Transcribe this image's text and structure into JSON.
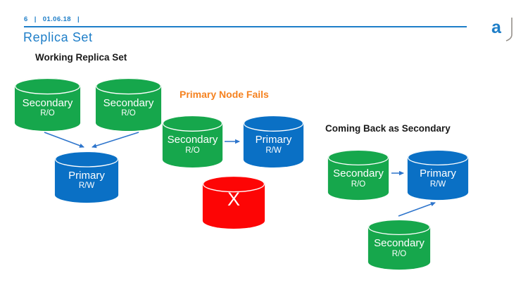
{
  "slide": {
    "page_number": "6",
    "date": "01.06.18",
    "separator": "|",
    "title": "Replica Set",
    "logo_letter": "a"
  },
  "colors": {
    "accent": "#1E7EC8",
    "green": "#16A74C",
    "blue": "#0A70C5",
    "red": "#FD0505",
    "orange": "#F58220",
    "heading": "#1A1A1A",
    "arrow": "#2E75CC",
    "logo-gray": "#96918B"
  },
  "diagrams": {
    "working": {
      "heading": "Working Replica Set",
      "secondary1": {
        "label": "Secondary",
        "mode": "R/O"
      },
      "secondary2": {
        "label": "Secondary",
        "mode": "R/O"
      },
      "primary": {
        "label": "Primary",
        "mode": "R/W"
      }
    },
    "failure": {
      "heading": "Primary Node Fails",
      "secondary": {
        "label": "Secondary",
        "mode": "R/O"
      },
      "primary": {
        "label": "Primary",
        "mode": "R/W"
      },
      "failed": {
        "label": "X"
      }
    },
    "comeback": {
      "heading": "Coming Back as Secondary",
      "secondary": {
        "label": "Secondary",
        "mode": "R/O"
      },
      "primary": {
        "label": "Primary",
        "mode": "R/W"
      },
      "returning": {
        "label": "Secondary",
        "mode": "R/O"
      }
    }
  }
}
